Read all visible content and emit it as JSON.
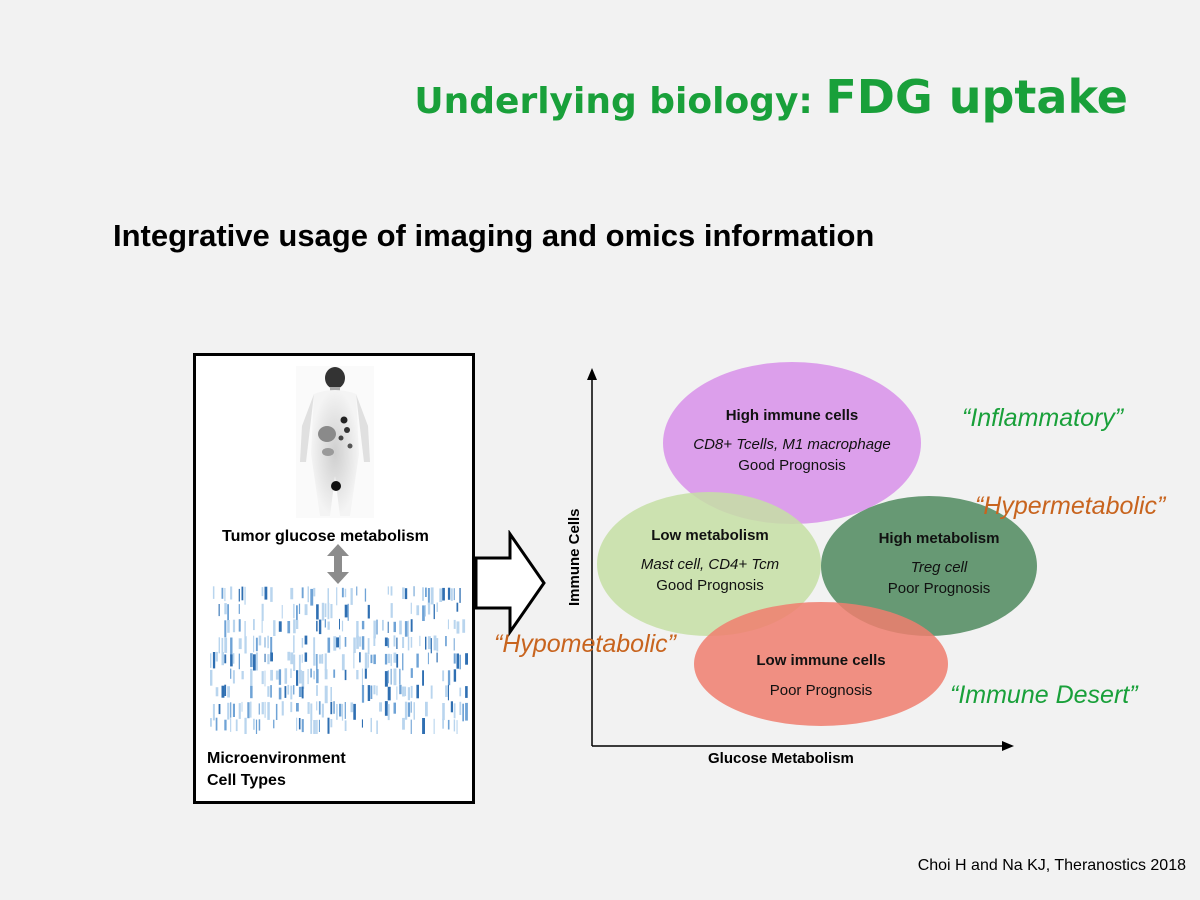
{
  "title": {
    "part1": "Underlying biology: ",
    "part2": "FDG uptake"
  },
  "subtitle": "Integrative usage of imaging and omics information",
  "left_panel": {
    "top_label": "Tumor glucose metabolism",
    "bottom_label_line1": "Microenvironment",
    "bottom_label_line2": "Cell Types"
  },
  "axes": {
    "y_label": "Immune Cells",
    "x_label": "Glucose Metabolism"
  },
  "ellipses": {
    "high_immune": {
      "heading": "High immune cells",
      "cells": "CD8+ Tcells, M1 macrophage",
      "prognosis": "Good Prognosis",
      "color": "#d890ea"
    },
    "low_metabolism": {
      "heading": "Low metabolism",
      "cells": "Mast cell, CD4+ Tcm",
      "prognosis": "Good Prognosis",
      "color": "#c5dfa5"
    },
    "high_metabolism": {
      "heading": "High metabolism",
      "cells": "Treg cell",
      "prognosis": "Poor Prognosis",
      "color": "#4f8a5e"
    },
    "low_immune": {
      "heading": "Low immune cells",
      "prognosis": "Poor Prognosis",
      "color": "#f07e6e"
    }
  },
  "phenotypes": {
    "inflammatory": "“Inflammatory”",
    "hypermetabolic": "“Hypermetabolic”",
    "hypometabolic": "“Hypometabolic”",
    "immune_desert": "“Immune Desert”"
  },
  "colors": {
    "green": "#19a03a",
    "orange": "#c8641e"
  },
  "citation": "Choi H and Na KJ, Theranostics 2018"
}
